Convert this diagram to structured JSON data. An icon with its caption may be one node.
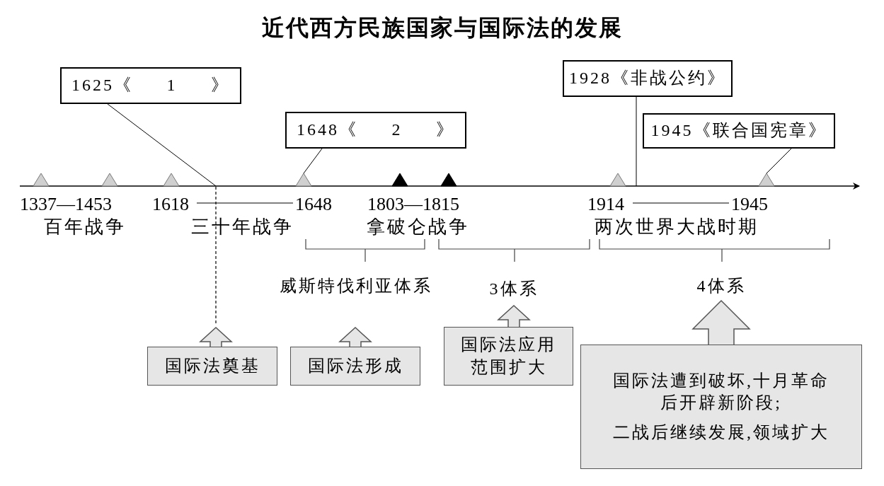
{
  "diagram": {
    "title": "近代西方民族国家与国际法的发展",
    "nodes": [
      {
        "text": [
          "1625《 1 》"
        ]
      },
      {
        "text": [
          "1648《 2 》"
        ]
      },
      {
        "text": [
          "1928《非战公约》"
        ]
      },
      {
        "text": [
          "1945《联合国宪章》"
        ]
      },
      {
        "text": [
          "国际法奠基"
        ]
      },
      {
        "text": [
          "国际法形成"
        ]
      },
      {
        "text": [
          "国际法应用范围扩大"
        ]
      },
      {
        "text": [
          "国际法遭到破坏,十月革命后开辟新阶段;",
          "二战后继续发展,领域扩大"
        ]
      },
      {
        "text": [
          "威斯特伐利亚体系"
        ]
      },
      {
        "text": [
          "3体系"
        ]
      },
      {
        "text": [
          "4体系"
        ]
      },
      {
        "text": [],
        "shape": "triangle"
      },
      {
        "text": [],
        "shape": "triangle"
      },
      {
        "text": [],
        "shape": "triangle"
      },
      {
        "text": [],
        "shape": "triangle"
      },
      {
        "text": [],
        "shape": "triangle"
      },
      {
        "text": [],
        "shape": "triangle"
      }
    ],
    "edges": [
      {
        "from": 0,
        "to": null,
        "arrow": "none"
      },
      {
        "from": 1,
        "to": 14,
        "arrow": "none"
      },
      {
        "from": 2,
        "to": null,
        "arrow": "none"
      },
      {
        "from": 3,
        "to": 16,
        "arrow": "none"
      },
      {
        "from": 4,
        "to": null,
        "arrow": "to",
        "style": "thick"
      },
      {
        "from": 5,
        "to": null,
        "arrow": "to",
        "style": "thick"
      },
      {
        "from": 6,
        "to": 9,
        "arrow": "to",
        "style": "thick"
      },
      {
        "from": 7,
        "to": 10,
        "arrow": "to",
        "style": "thick"
      }
    ],
    "labels": [
      "1337—1453",
      "1618",
      "1648",
      "1803—1815",
      "1914",
      "1945",
      "百年战争",
      "三十年战争",
      "拿破仑战争",
      "两次世界大战时期"
    ]
  }
}
